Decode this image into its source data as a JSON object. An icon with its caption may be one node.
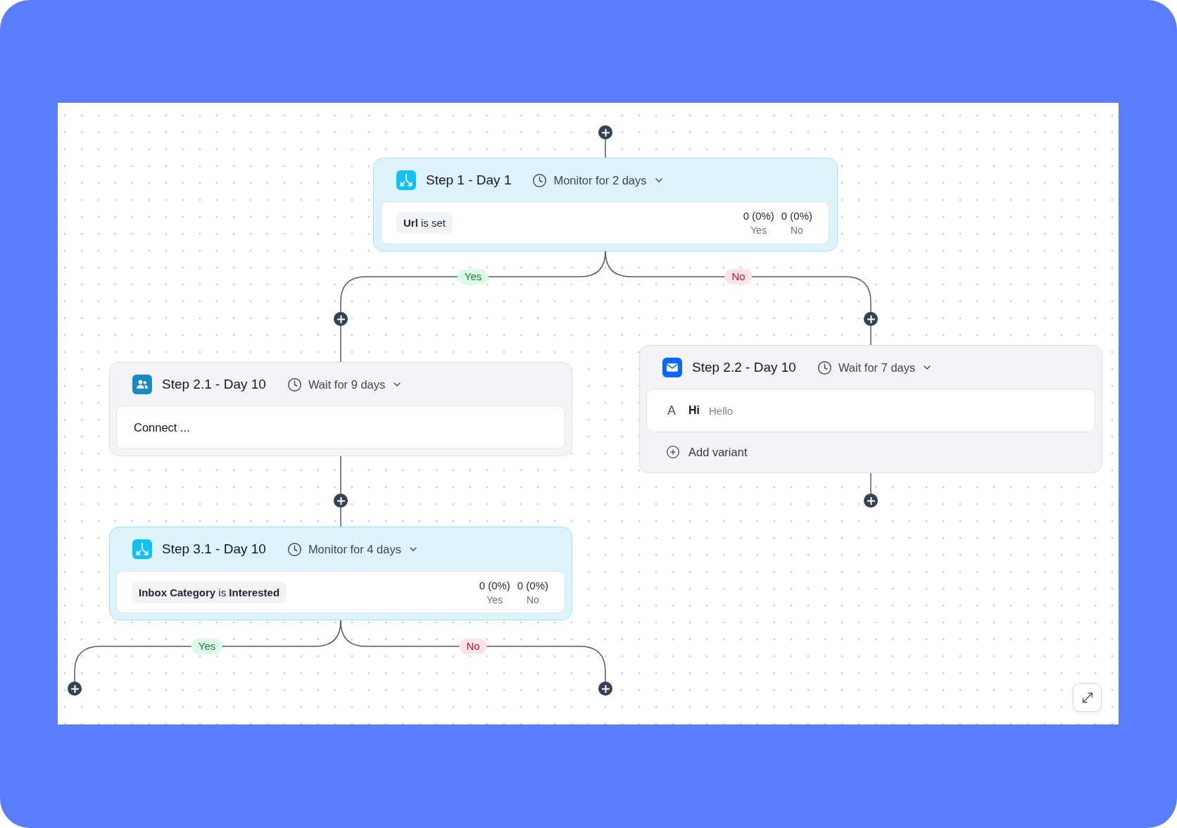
{
  "diagram": {
    "nodes": [
      {
        "text": [],
        "shape": "circle"
      },
      {
        "text": [
          "Step 1 - Day 1",
          "Monitor for 2 days"
        ]
      },
      {
        "text": [
          "**Url** is set",
          "0 (0%)",
          "Yes",
          "0 (0%)",
          "No"
        ],
        "in": 1
      },
      {
        "text": [],
        "shape": "circle"
      },
      {
        "text": [],
        "shape": "circle"
      },
      {
        "text": [
          "Step 2.1 - Day 10",
          "Wait for 9 days"
        ]
      },
      {
        "text": [
          "Connect ..."
        ],
        "in": 5
      },
      {
        "text": [
          "Step 2.2 - Day 10",
          "Wait for 7 days",
          "Add variant"
        ]
      },
      {
        "text": [
          "A",
          "Hi",
          "Hello"
        ],
        "in": 7
      },
      {
        "text": [],
        "shape": "circle"
      },
      {
        "text": [],
        "shape": "circle"
      },
      {
        "text": [
          "Step 3.1 - Day 10",
          "Monitor for 4 days"
        ]
      },
      {
        "text": [
          "**Inbox Category** is **Interested**",
          "0 (0%)",
          "Yes",
          "0 (0%)",
          "No"
        ],
        "in": 11
      },
      {
        "text": [],
        "shape": "circle"
      },
      {
        "text": [],
        "shape": "circle"
      }
    ],
    "edges": [
      {
        "from": 0,
        "to": 1,
        "arrow": "none"
      },
      {
        "from": 1,
        "to": 3,
        "arrow": "none",
        "label": "Yes"
      },
      {
        "from": 1,
        "to": 4,
        "arrow": "none",
        "label": "No"
      },
      {
        "from": 3,
        "to": 5,
        "arrow": "none"
      },
      {
        "from": 4,
        "to": 7,
        "arrow": "none"
      },
      {
        "from": 5,
        "to": 9,
        "arrow": "none"
      },
      {
        "from": 7,
        "to": 10,
        "arrow": "none"
      },
      {
        "from": 9,
        "to": 11,
        "arrow": "none"
      },
      {
        "from": 11,
        "to": 13,
        "arrow": "none",
        "label": "Yes"
      },
      {
        "from": 11,
        "to": 14,
        "arrow": "none",
        "label": "No"
      }
    ]
  }
}
